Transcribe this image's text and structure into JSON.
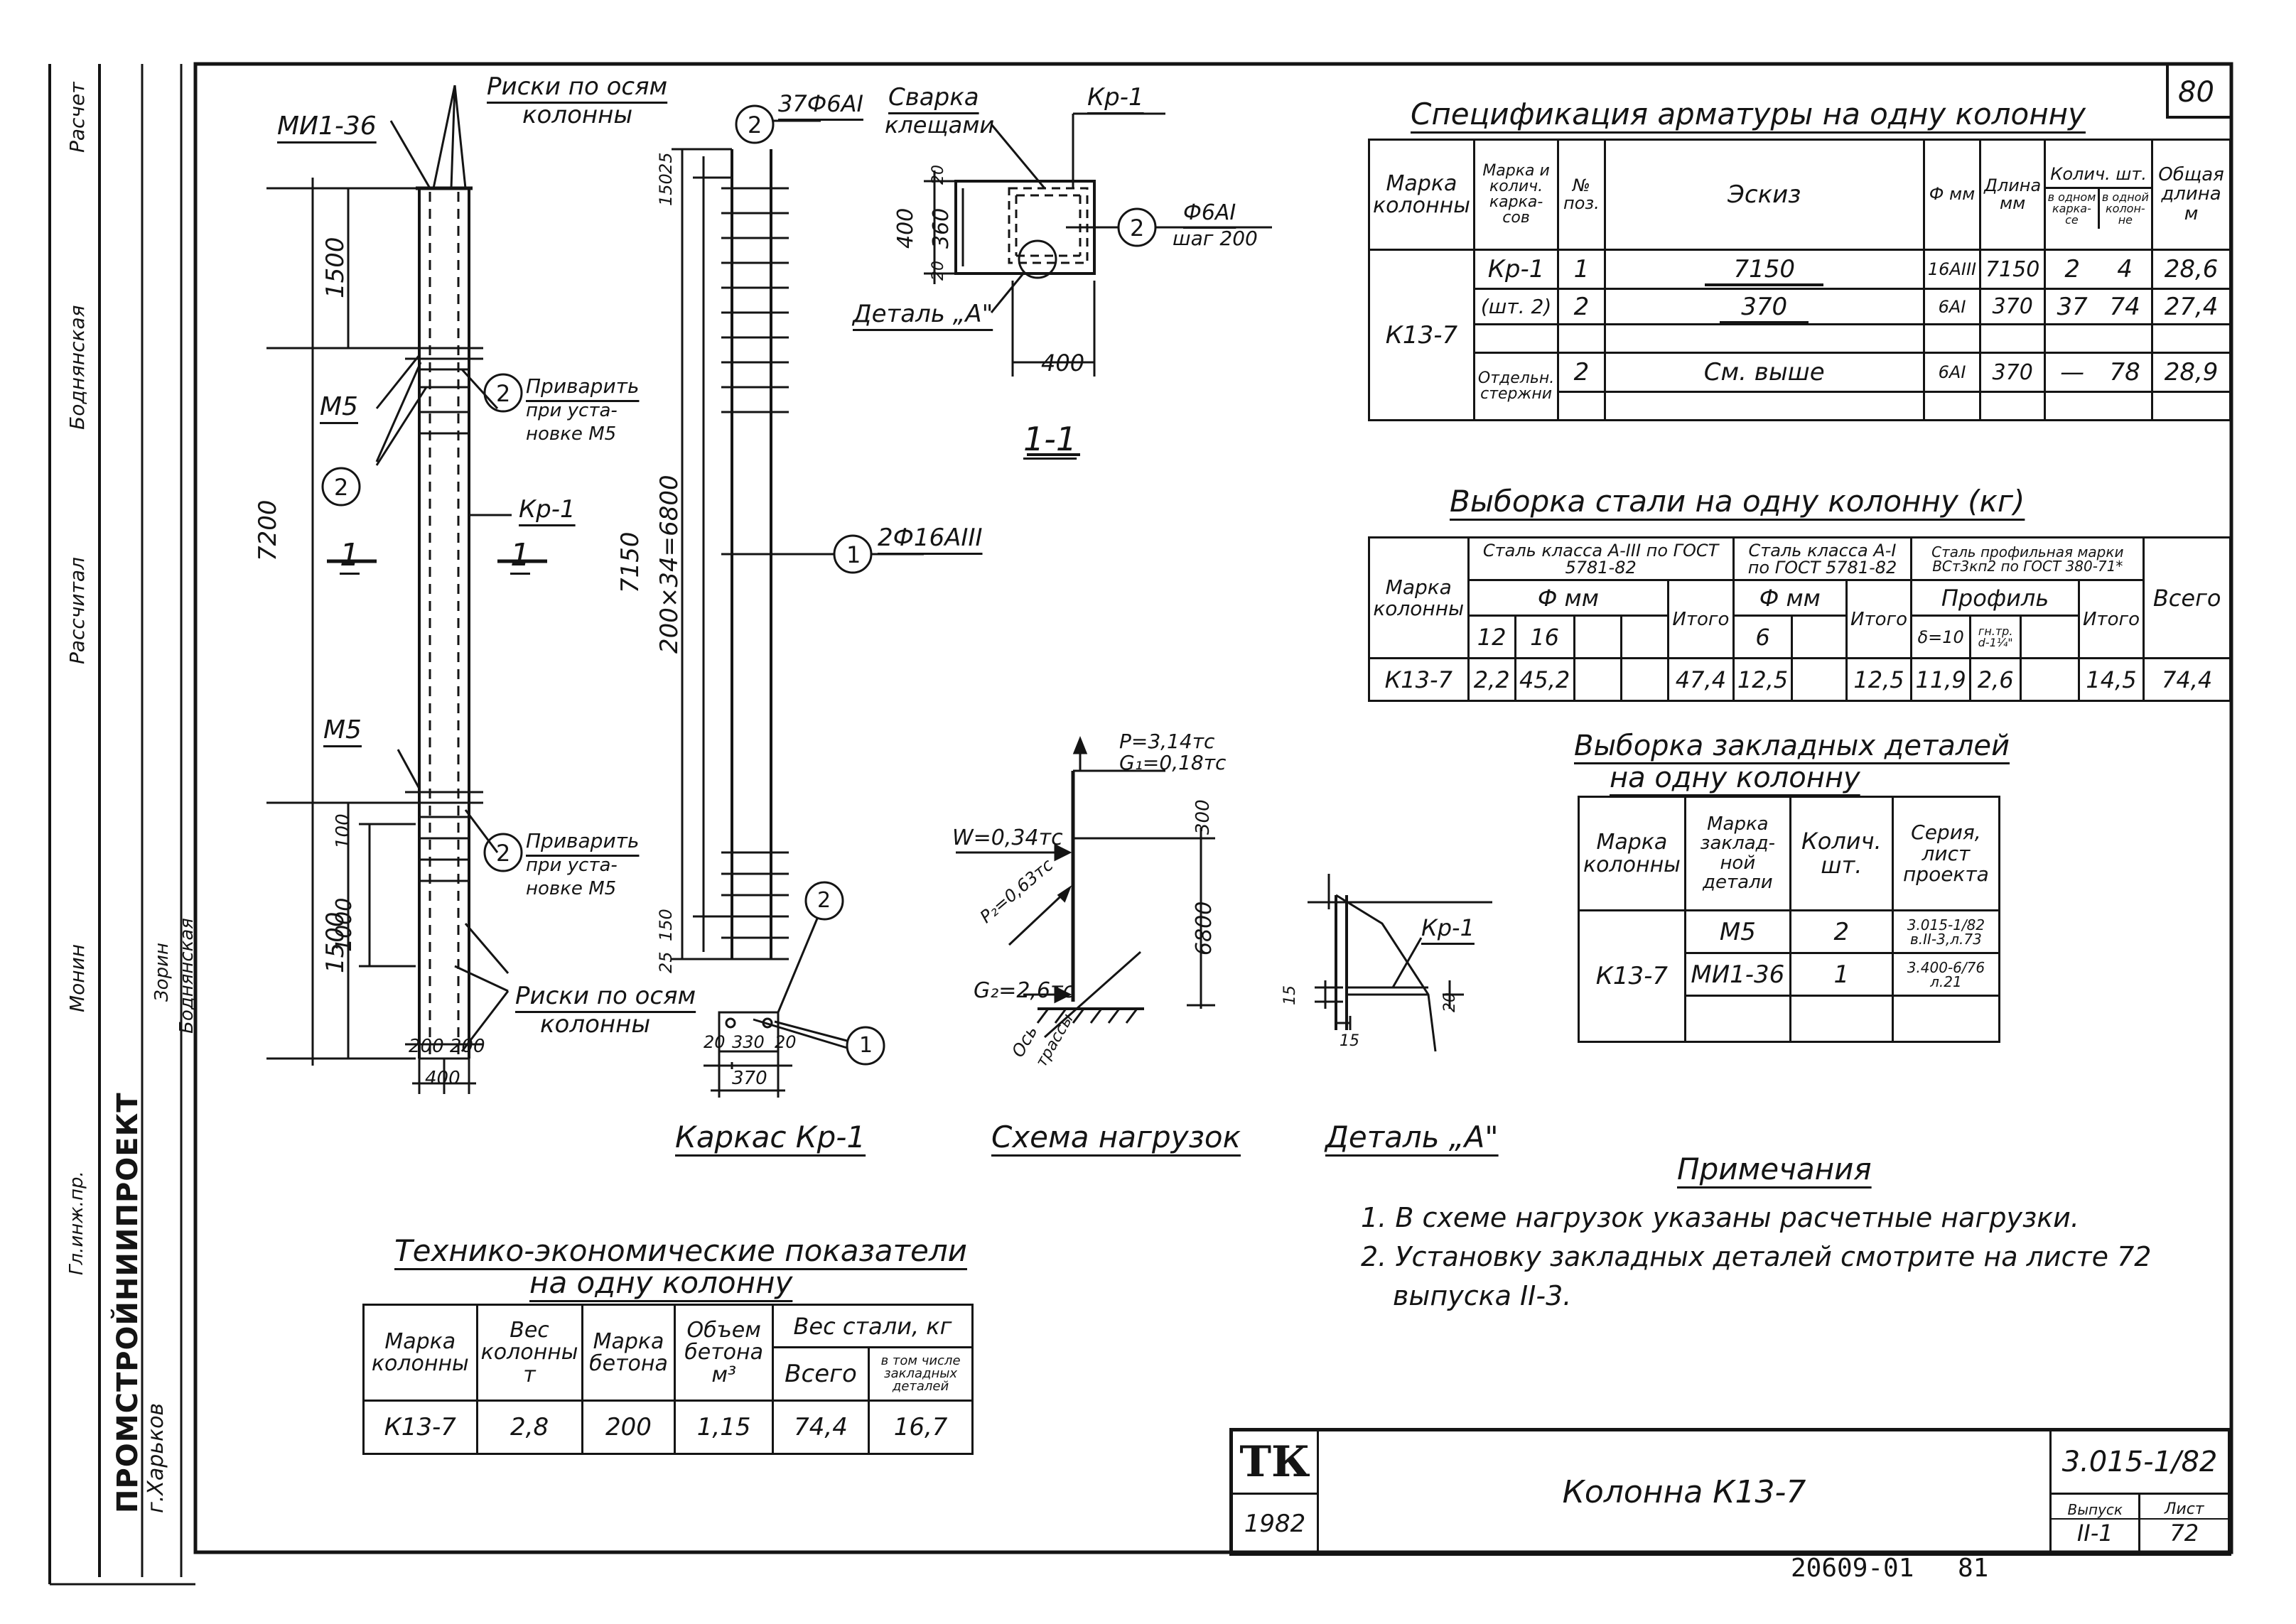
{
  "sheet": {
    "page_no": "80",
    "archive": "20609-01",
    "archive_page": "81",
    "year": "1982",
    "tk": "ТК",
    "title": "Колонна К13-7",
    "series": "3.015-1/82",
    "issue_label": "Выпуск",
    "issue": "II-1",
    "sheet_label": "Лист",
    "sheet": "72"
  },
  "side_strip": {
    "org": "ПРОМСТРОЙНИИПРОЕКТ",
    "city": "г.Харьков",
    "roles": [
      "Гл.инж.пр.",
      "Монин",
      "Рассчитал",
      "Боднянская",
      "Расчет"
    ],
    "names": [
      "Зорин",
      "Боднянская"
    ]
  },
  "column_view": {
    "mark_top": "МИ1-36",
    "risk_top_1": "Риски по осям",
    "risk_top_2": "колонны",
    "m5_left": "М5",
    "m5_lower": "М5",
    "weld_1": "Приварить",
    "weld_2": "при уста-",
    "weld_3": "новке М5",
    "dim_1500_top": "1500",
    "dim_7200": "7200",
    "dim_1500_bot": "1500",
    "dim_100": "100",
    "dim_1000": "1000",
    "dim_200_200": "200 200",
    "dim_400": "400",
    "section_mark_left": "1",
    "section_mark_right": "1",
    "kr1": "Кр-1",
    "risk_bot_1": "Риски по осям",
    "risk_bot_2": "колонны",
    "callout_2": "2"
  },
  "cage_view": {
    "bar_note": "37Ф6АI",
    "callout_2": "2",
    "callout_1": "1",
    "bar_main": "2Ф16АIII",
    "dim_7150": "7150",
    "dim_6800": "200×34=6800",
    "dim_150_top": "150",
    "dim_25_top": "25",
    "dim_150_bot": "150",
    "dim_25_bot": "25",
    "sec_20a": "20",
    "sec_330": "330",
    "sec_20b": "20",
    "sec_370": "370",
    "caption": "Каркас Кр-1"
  },
  "section_1_1": {
    "weld": "Сварка",
    "weld_2": "клещами",
    "kr1": "Кр-1",
    "dim_400": "400",
    "dim_360": "360",
    "dim_20_top": "20",
    "dim_20_bot": "20",
    "dim_400_bot": "400",
    "detail": "Деталь „А\"",
    "callout_2": "2",
    "bar_1": "Ф6АI",
    "bar_2": "шаг 200",
    "caption": "1-1"
  },
  "loads": {
    "p": "P=3,14тс",
    "g1": "G₁=0,18тс",
    "w": "W=0,34тс",
    "p2": "P₂=0,63тс",
    "g2": "G₂=2,6тс",
    "dim_300": "300",
    "dim_6800": "6800",
    "axis_1": "Ось",
    "axis_2": "трассы",
    "caption": "Схема нагрузок"
  },
  "detail_a": {
    "kr1": "Кр-1",
    "d15a": "15",
    "d15b": "15",
    "d20": "20",
    "caption": "Деталь „А\""
  },
  "spec": {
    "title": "Спецификация арматуры на одну колонну",
    "h_mark": "Марка колонны",
    "h_cage": "Марка и колич. карка-сов",
    "h_pos": "№ поз.",
    "h_sketch": "Эскиз",
    "h_d": "Ф мм",
    "h_len": "Длина мм",
    "h_qty": "Колич. шт.",
    "h_q1": "в одном карка-се",
    "h_q2": "в одной колон-не",
    "h_total": "Общая длина м",
    "mark": "К13-7",
    "cage": "Кр-1",
    "cage_qty": "(шт. 2)",
    "sep": "Отдельн. стержни",
    "rows": [
      {
        "pos": "1",
        "sketch": "7150",
        "d": "16АIII",
        "len": "7150",
        "q1": "2",
        "q2": "4",
        "total": "28,6"
      },
      {
        "pos": "2",
        "sketch": "370",
        "d": "6АI",
        "len": "370",
        "q1": "37",
        "q2": "74",
        "total": "27,4"
      },
      {
        "pos": "2",
        "sketch": "См. выше",
        "d": "6АI",
        "len": "370",
        "q1": "—",
        "q2": "78",
        "total": "28,9"
      }
    ]
  },
  "steel": {
    "title": "Выборка стали на одну колонну (кг)",
    "h_mark": "Марка колонны",
    "h_a3": "Сталь класса А-III по ГОСТ 5781-82",
    "h_a1": "Сталь класса А-I по ГОСТ 5781-82",
    "h_prof": "Сталь профильная марки ВСт3кп2 по ГОСТ 380-71*",
    "h_dmm": "Ф мм",
    "h_dmm2": "Ф мм",
    "h_profile": "Профиль",
    "h_12": "12",
    "h_16": "16",
    "h_itogo": "Итого",
    "h_6": "6",
    "h_itogo2": "Итого",
    "h_d10": "δ=10",
    "h_pipe": "гн.тр. d-1¼\"",
    "h_itogo3": "Итого",
    "h_all": "Всего",
    "mark": "К13-7",
    "v12": "2,2",
    "v16": "45,2",
    "itogo1": "47,4",
    "v6": "12,5",
    "itogo2": "12,5",
    "vd10": "11,9",
    "vpipe": "2,6",
    "itogo3": "14,5",
    "all": "74,4"
  },
  "embed": {
    "title_1": "Выборка закладных деталей",
    "title_2": "на одну колонну",
    "h_mark": "Марка колонны",
    "h_part": "Марка заклад-ной детали",
    "h_qty": "Колич. шт.",
    "h_series": "Серия, лист проекта",
    "mark": "К13-7",
    "rows": [
      {
        "part": "М5",
        "qty": "2",
        "series": "3.015-1/82 в.II-3,л.73"
      },
      {
        "part": "МИ1-36",
        "qty": "1",
        "series": "3.400-6/76 л.21"
      }
    ]
  },
  "notes": {
    "title": "Примечания",
    "n1": "1. В схеме нагрузок указаны расчетные нагрузки.",
    "n2": "2. Установку закладных деталей смотрите на листе 72",
    "n3": "выпуска II-3."
  },
  "tech": {
    "title_1": "Технико-экономические показатели",
    "title_2": "на одну колонну",
    "h_mark": "Марка колонны",
    "h_weight": "Вес колонны т",
    "h_concrete": "Марка бетона",
    "h_volume": "Объем бетона м³",
    "h_steel": "Вес стали, кг",
    "h_all": "Всего",
    "h_incl": "в том числе закладных деталей",
    "mark": "К13-7",
    "weight": "2,8",
    "concrete": "200",
    "volume": "1,15",
    "steel_all": "74,4",
    "steel_embed": "16,7"
  }
}
